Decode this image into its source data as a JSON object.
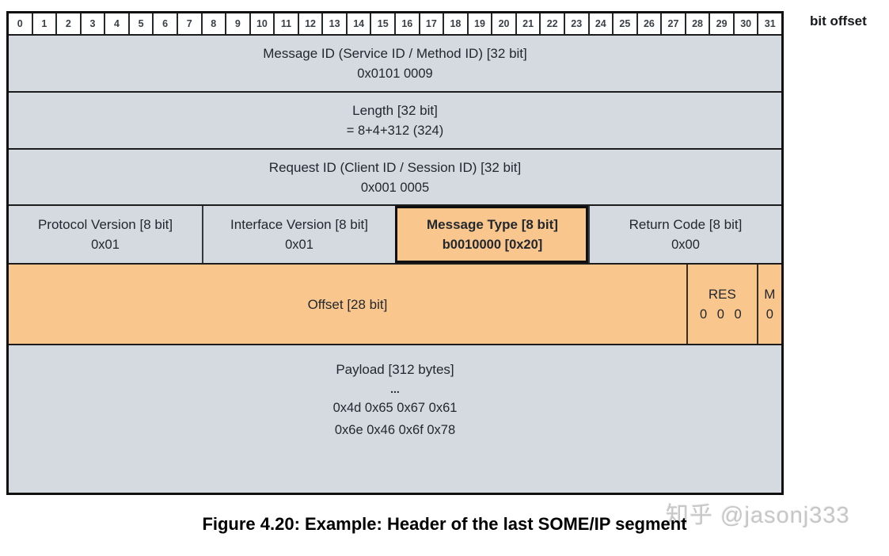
{
  "figure": {
    "bit_offset_label": "bit offset",
    "bit_numbers": [
      "0",
      "1",
      "2",
      "3",
      "4",
      "5",
      "6",
      "7",
      "8",
      "9",
      "10",
      "11",
      "12",
      "13",
      "14",
      "15",
      "16",
      "17",
      "18",
      "19",
      "20",
      "21",
      "22",
      "23",
      "24",
      "25",
      "26",
      "27",
      "28",
      "29",
      "30",
      "31"
    ],
    "rows": {
      "message_id": {
        "title": "Message ID (Service ID / Method ID) [32 bit]",
        "value": "0x0101 0009"
      },
      "length": {
        "title": "Length [32 bit]",
        "value": "= 8+4+312 (324)"
      },
      "request_id": {
        "title": "Request ID (Client ID / Session ID) [32 bit]",
        "value": "0x001 0005"
      },
      "protocol_version": {
        "title": "Protocol Version [8 bit]",
        "value": "0x01"
      },
      "interface_version": {
        "title": "Interface Version [8 bit]",
        "value": "0x01"
      },
      "message_type": {
        "title": "Message Type [8 bit]",
        "value": "b0010000 [0x20]"
      },
      "return_code": {
        "title": "Return Code [8 bit]",
        "value": "0x00"
      },
      "offset": {
        "title": "Offset [28 bit]"
      },
      "res": {
        "title": "RES",
        "value": "0 0 0"
      },
      "m_flag": {
        "title": "M",
        "value": "0"
      },
      "payload": {
        "title": "Payload [312 bytes]",
        "ellipsis": "...",
        "hex_line_1": "0x4d 0x65 0x67 0x61",
        "hex_line_2": "0x6e 0x46 0x6f 0x78"
      }
    },
    "caption": "Figure 4.20: Example: Header of the last SOME/IP segment",
    "watermark": "知乎 @jasonj333",
    "colors": {
      "cell_gray": "#d5dae1",
      "cell_orange": "#f9c78d",
      "border_dark": "#101010",
      "text_dark": "#23272e",
      "watermark_gray": "#c7c7c7"
    }
  }
}
